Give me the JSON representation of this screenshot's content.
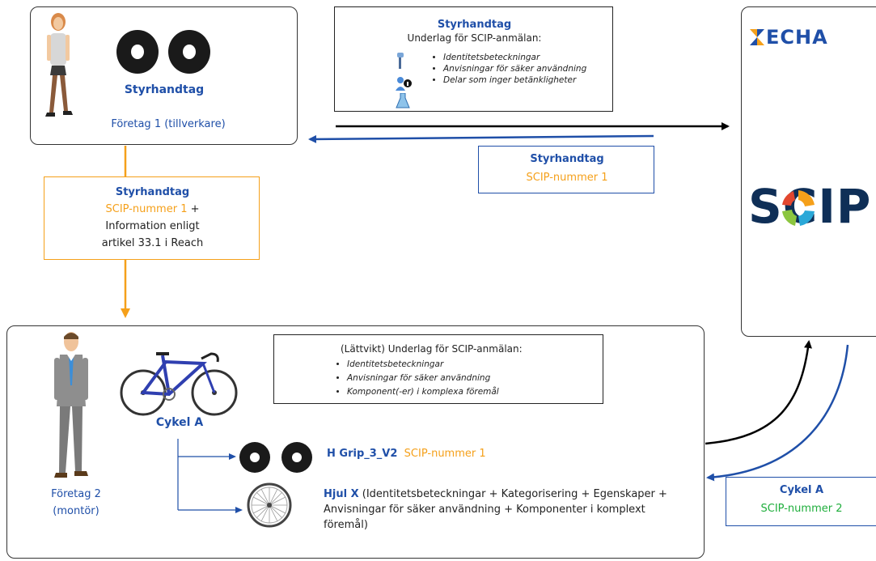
{
  "company1": {
    "product_label": "Styrhandtag",
    "company_label": "Företag 1 (tillverkare)"
  },
  "top_info": {
    "title": "Styrhandtag",
    "subtitle": "Underlag för SCIP-anmälan:",
    "bullets": [
      "Identitetsbeteckningar",
      "Anvisningar för säker användning",
      "Delar som inger betänkligheter"
    ]
  },
  "scip_return_1": {
    "title": "Styrhandtag",
    "number": "SCIP-nummer 1"
  },
  "echa": {
    "logo_text": "ECHA",
    "scip_text": "SCIP"
  },
  "supply_info": {
    "title": "Styrhandtag",
    "number": "SCIP-nummer 1",
    "plus": " +",
    "line2": "Information enligt",
    "line3": "artikel 33.1 i Reach"
  },
  "company2": {
    "light_title": "(Lättvikt) Underlag för SCIP-anmälan:",
    "light_bullets": [
      "Identitetsbeteckningar",
      "Anvisningar för säker användning",
      "Komponent(-er) i komplexa föremål"
    ],
    "bike_label": "Cykel A",
    "company_line1": "Företag 2",
    "company_line2": "(montör)",
    "grip_name": "H Grip_3_V2",
    "grip_number": "SCIP-nummer 1",
    "wheel_name": "Hjul X",
    "wheel_desc": " (Identitetsbeteckningar + Kategorisering + Egenskaper + Anvisningar för säker användning + Komponenter i komplext föremål)"
  },
  "scip_return_2": {
    "title": "Cykel A",
    "number": "SCIP-nummer 2"
  },
  "colors": {
    "blue": "#1f4fa8",
    "orange": "#f5a01a",
    "green": "#1fae3c",
    "black": "#000000"
  }
}
